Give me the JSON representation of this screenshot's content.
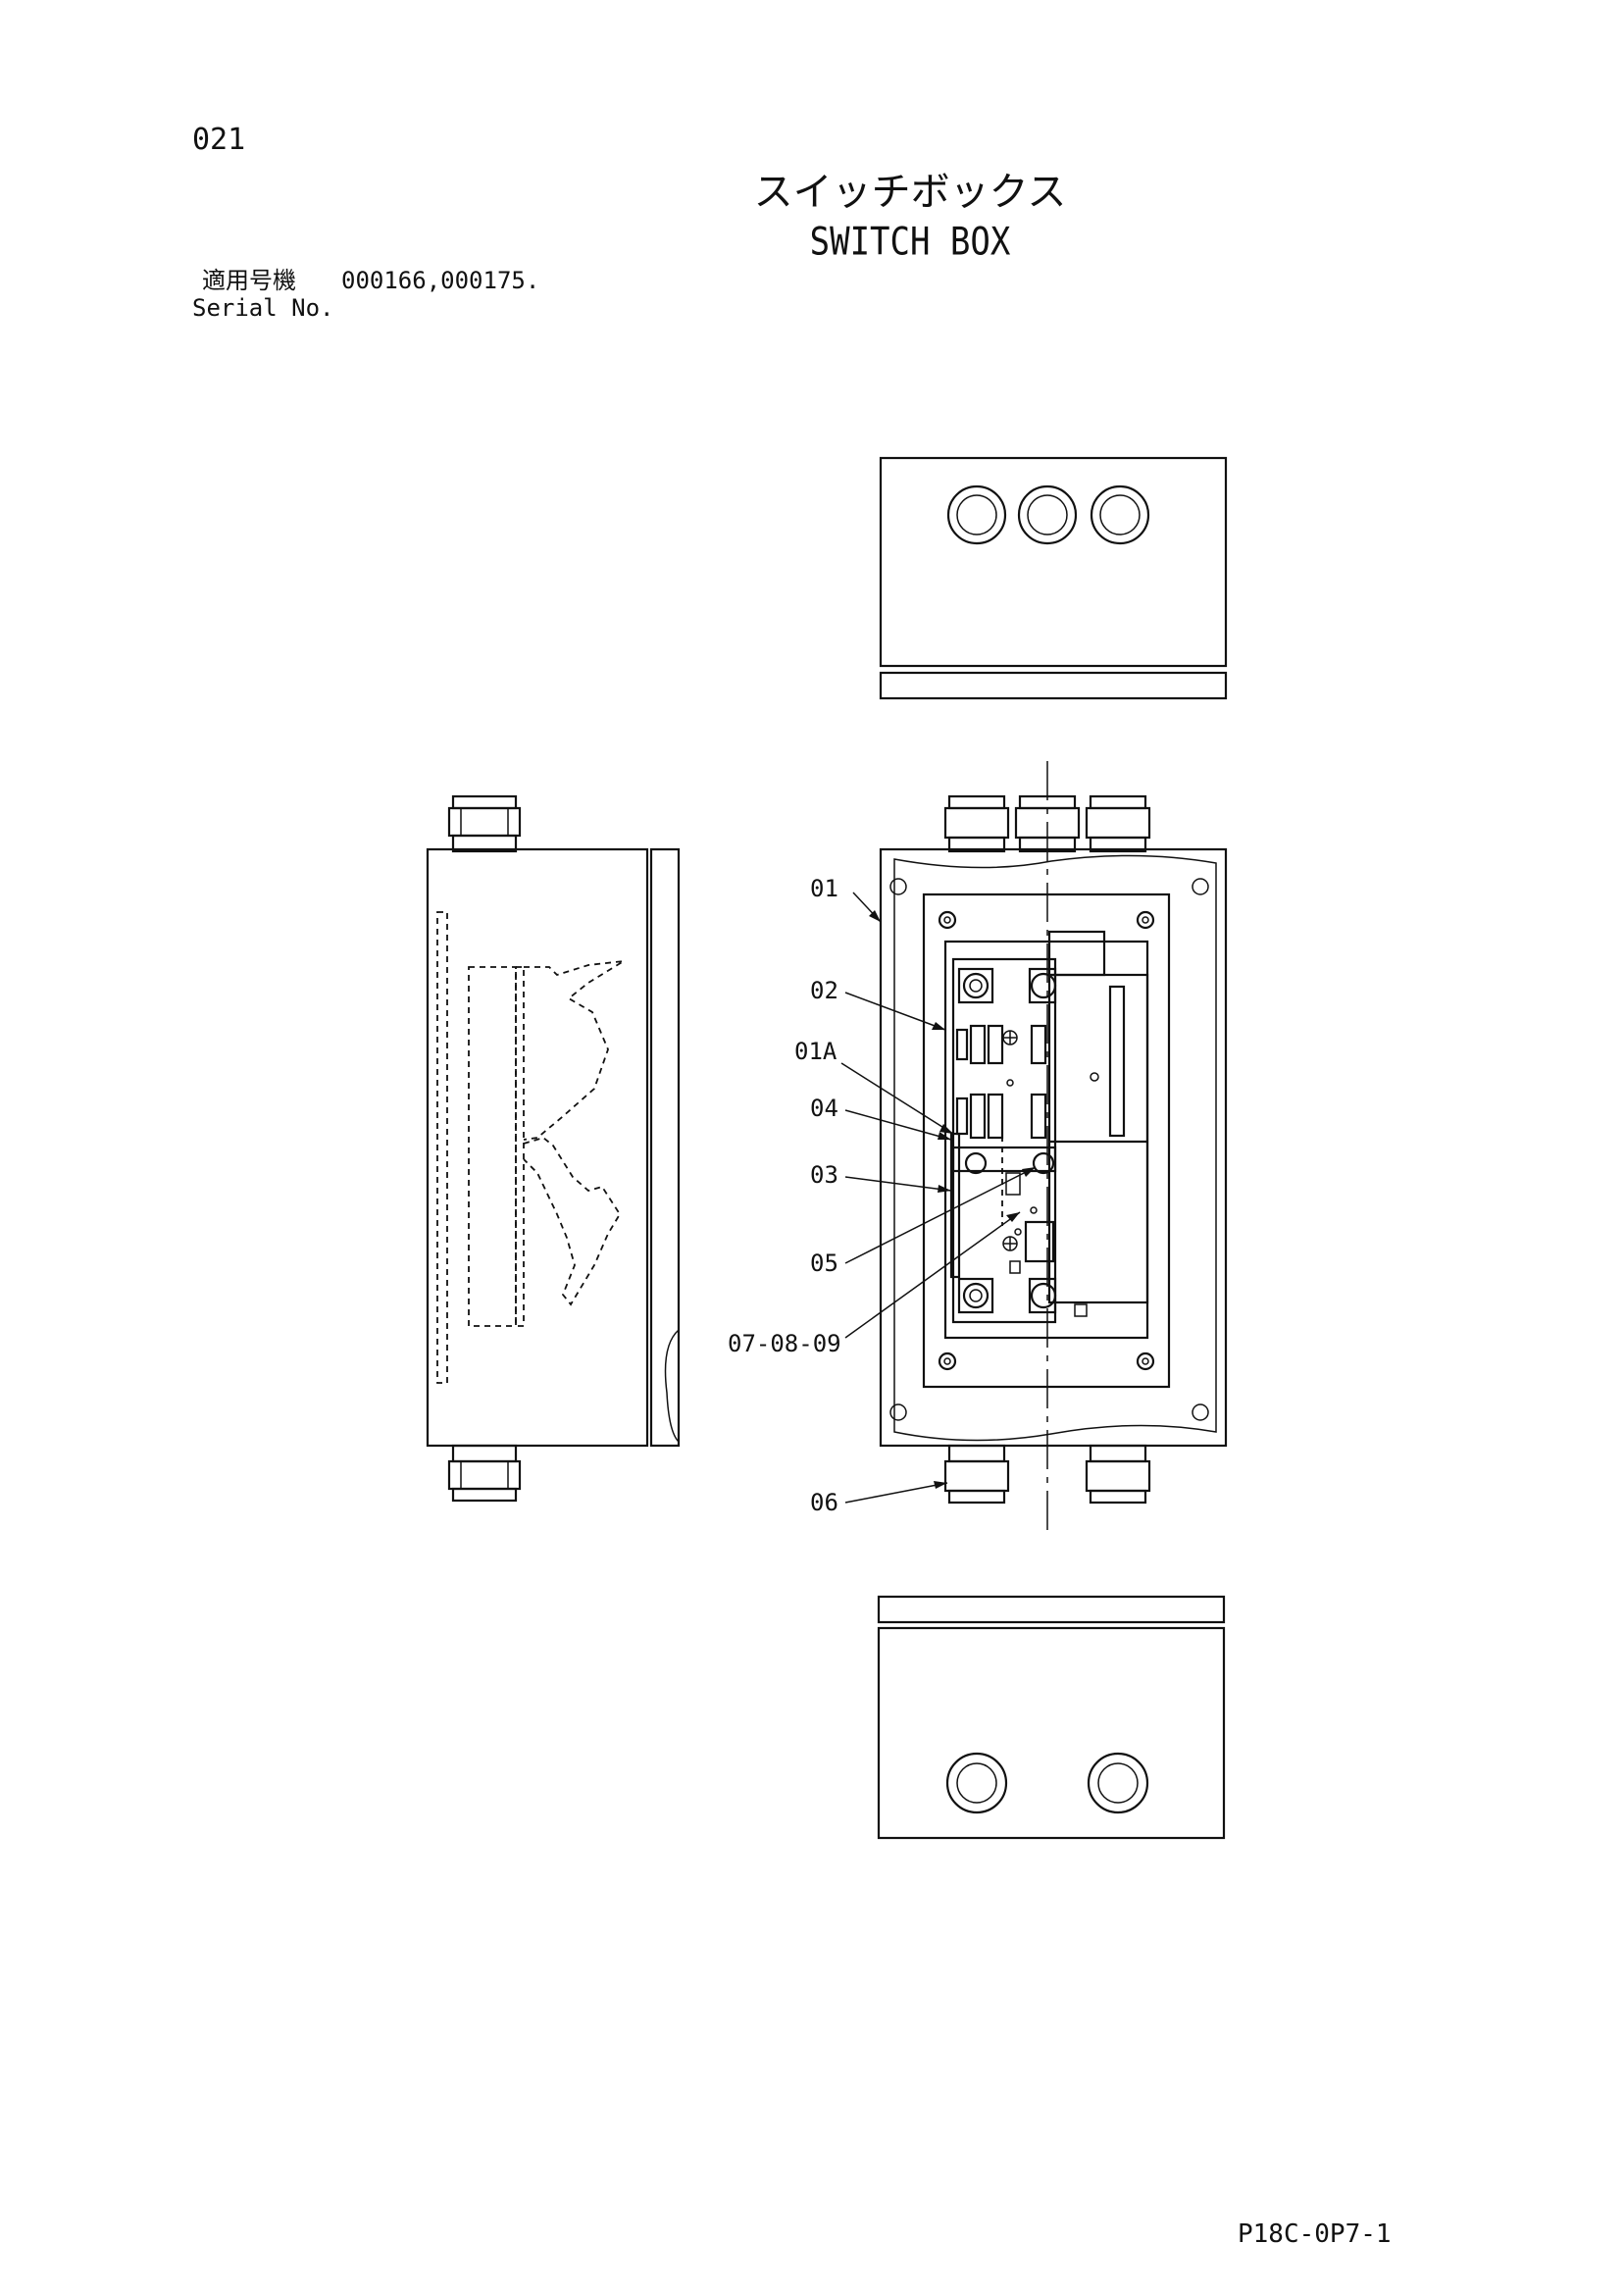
{
  "header": {
    "page_number": "021",
    "title_jp": "スイッチボックス",
    "title_en": "SWITCH BOX",
    "serial_label_jp": "適用号機",
    "serial_values": "000166,000175.",
    "serial_label_en": "Serial No."
  },
  "callouts": {
    "c01": "01",
    "c02": "02",
    "c01a": "01A",
    "c04": "04",
    "c03": "03",
    "c05": "05",
    "c070809": "07-08-09",
    "c06": "06"
  },
  "footer": {
    "page_code": "P18C-0P7-1"
  }
}
